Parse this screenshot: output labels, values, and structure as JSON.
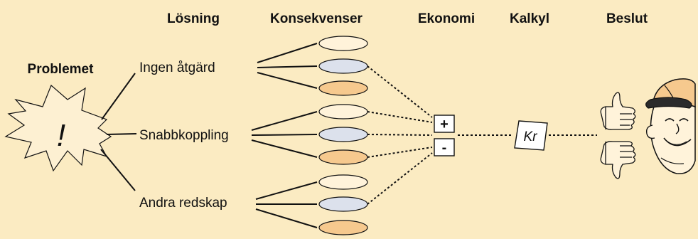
{
  "headers": {
    "losning": "Lösning",
    "konsekvenser": "Konsekvenser",
    "ekonomi": "Ekonomi",
    "kalkyl": "Kalkyl",
    "beslut": "Beslut"
  },
  "problem": {
    "label": "Problemet",
    "mark": "!"
  },
  "solutions": [
    {
      "label": "Ingen åtgärd"
    },
    {
      "label": "Snabbkoppling"
    },
    {
      "label": "Andra redskap"
    }
  ],
  "consequence_colors": [
    "#FFF3DA",
    "#DCE1EC",
    "#F6C98E"
  ],
  "economy": {
    "plus": "+",
    "minus": "-"
  },
  "calc": {
    "currency": "Kr"
  },
  "decision": {
    "icons": [
      "thumbs-up-icon",
      "thumbs-down-icon",
      "smiling-face-icon"
    ]
  }
}
